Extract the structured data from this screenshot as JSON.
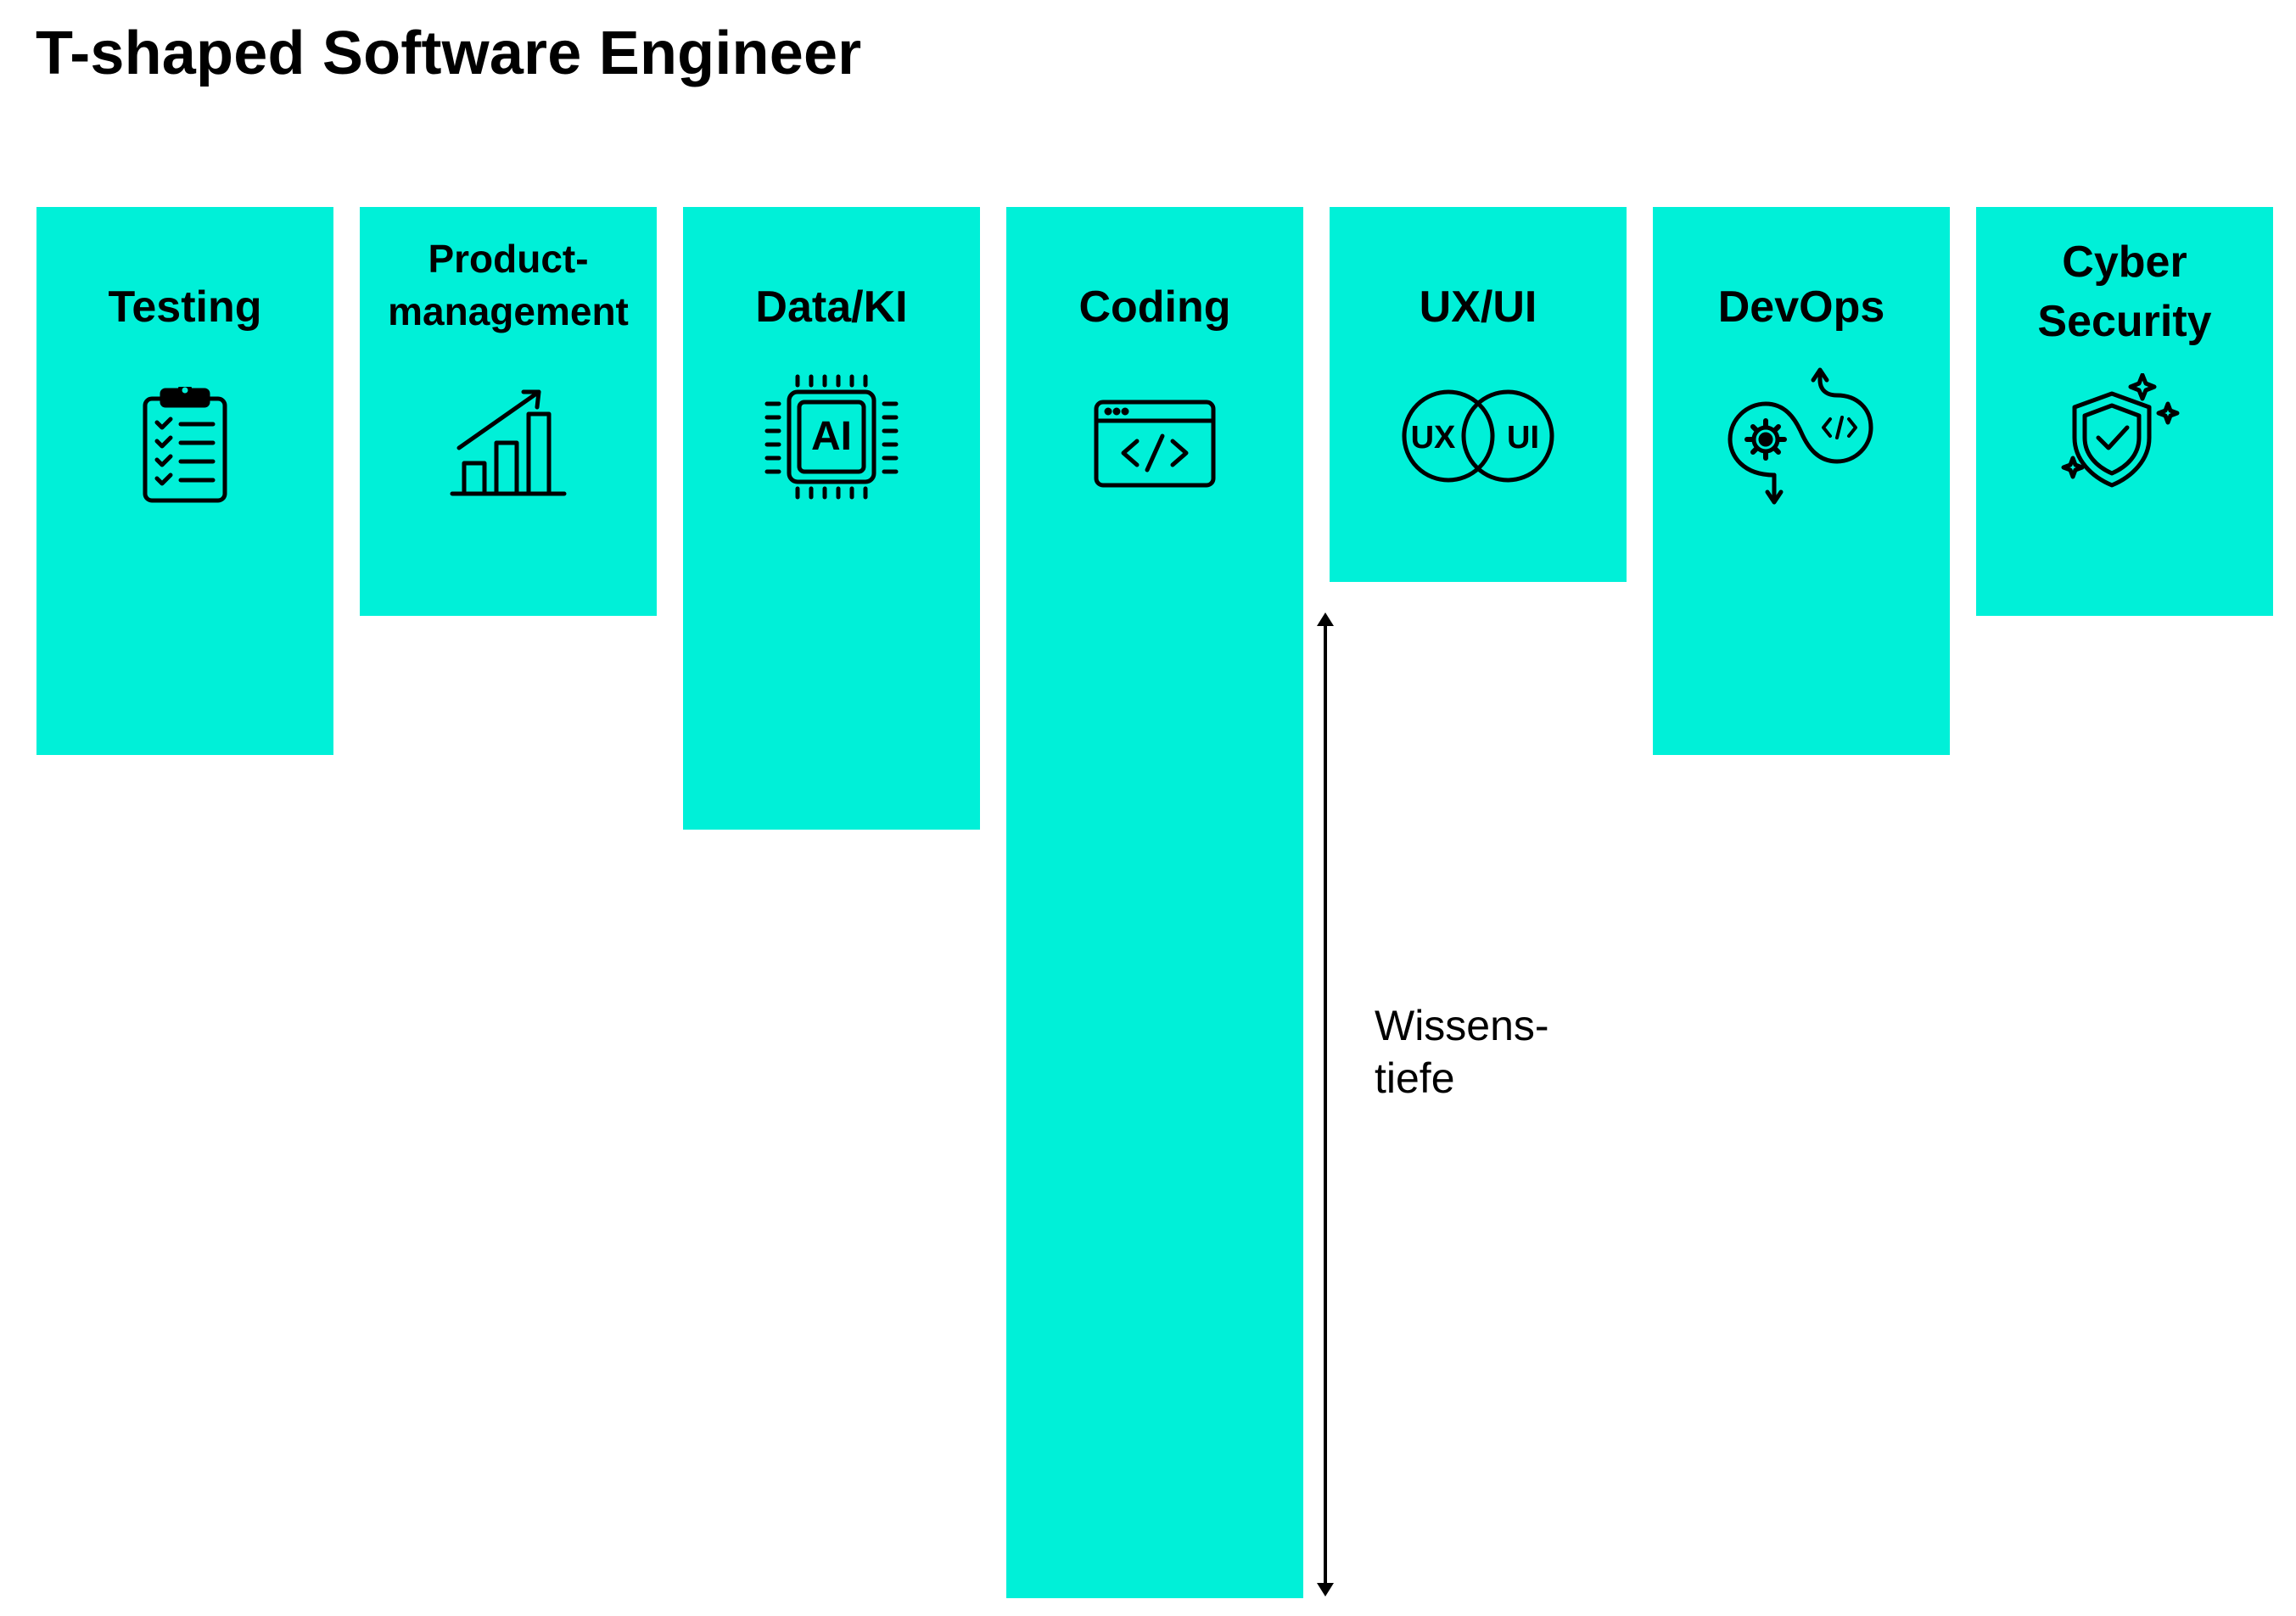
{
  "title": "T-shaped Software Engineer",
  "accent_color": "#00F0D8",
  "columns": [
    {
      "label": "Testing",
      "icon": "clipboard-checklist-icon"
    },
    {
      "label": "Product-\nmanagement",
      "icon": "growth-chart-icon"
    },
    {
      "label": "Data/KI",
      "icon": "ai-chip-icon",
      "icon_text": "AI"
    },
    {
      "label": "Coding",
      "icon": "code-window-icon"
    },
    {
      "label": "UX/UI",
      "icon": "ux-ui-circles-icon",
      "icon_text_left": "UX",
      "icon_text_right": "UI"
    },
    {
      "label": "DevOps",
      "icon": "devops-cycle-icon"
    },
    {
      "label": "Cyber\nSecurity",
      "icon": "shield-check-icon"
    }
  ],
  "depth_axis": {
    "label": "Wissens-\ntiefe",
    "icon": "double-arrow-icon"
  }
}
